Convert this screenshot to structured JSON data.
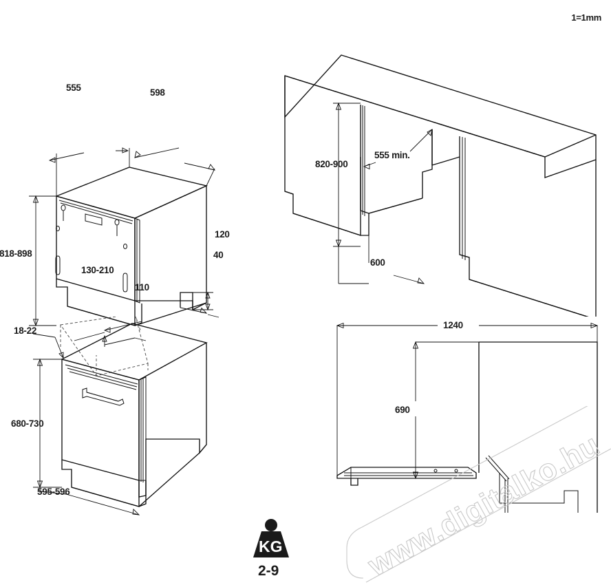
{
  "document": {
    "title": "Built-in dishwasher installation dimension drawing",
    "scale_note": "1=1mm"
  },
  "views": {
    "top_left": {
      "name": "appliance-body-isometric",
      "dimensions": {
        "depth_top": "555",
        "width_top": "598",
        "height_side": "818-898",
        "plinth_height": "120",
        "plinth_offset": "40",
        "foot_range": "130-210",
        "base_depth": "110"
      }
    },
    "top_right": {
      "name": "kitchen-cabinet-niche-isometric",
      "dimensions": {
        "niche_height": "820-900",
        "niche_depth": "555 min.",
        "niche_width": "600"
      }
    },
    "bottom_left": {
      "name": "appliance-with-door-panel-isometric",
      "dimensions": {
        "panel_thickness": "18-22",
        "panel_height": "680-730",
        "panel_width": "595-596"
      }
    },
    "bottom_right": {
      "name": "door-open-plan-view",
      "dimensions": {
        "open_door_total": "1240",
        "open_door_depth": "690"
      }
    }
  },
  "weight_badge": {
    "icon": "weight-kg-icon",
    "unit": "KG",
    "range": "2-9"
  },
  "watermark": {
    "text": "www.digitalko.hu",
    "color": "#c9c9c9"
  },
  "colors": {
    "background": "#ffffff",
    "line": "#111111",
    "text": "#1a1a1a",
    "dashed": "#555555"
  }
}
